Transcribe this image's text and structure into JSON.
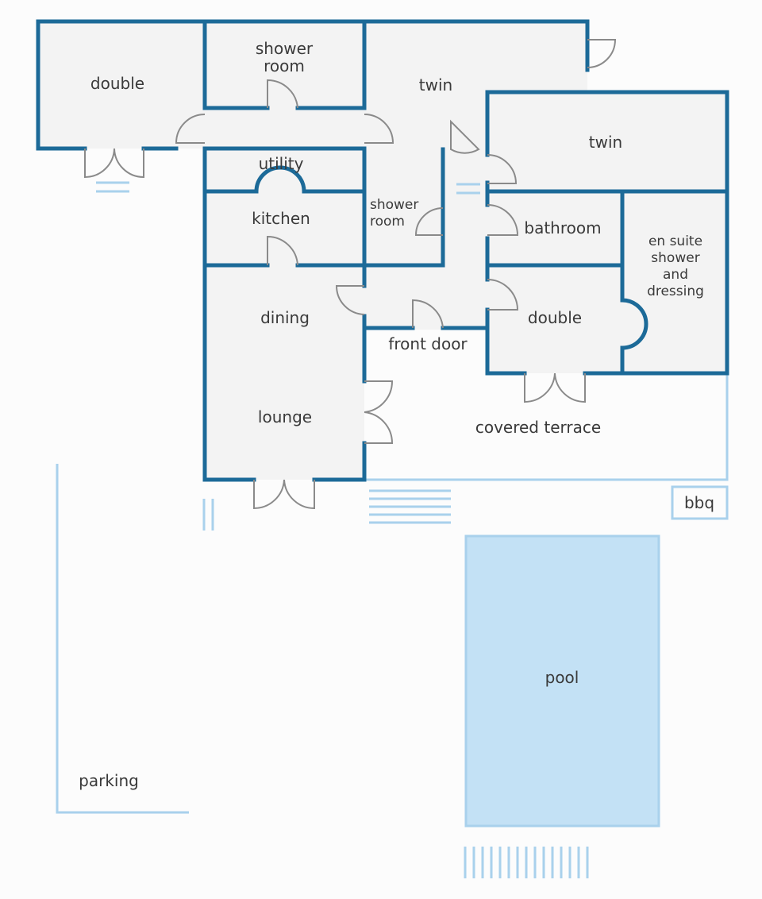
{
  "rooms": {
    "double_west": "double",
    "shower_room_north": [
      "shower",
      "room"
    ],
    "twin_north": "twin",
    "twin_east": "twin",
    "utility": "utility",
    "kitchen": "kitchen",
    "shower_room_mid": [
      "shower",
      "room"
    ],
    "bathroom": "bathroom",
    "en_suite": [
      "en suite",
      "shower",
      "and",
      "dressing"
    ],
    "dining": "dining",
    "front_door": "front door",
    "double_east": "double",
    "lounge": "lounge",
    "covered_terrace": "covered terrace",
    "bbq": "bbq",
    "pool": "pool",
    "parking": "parking"
  },
  "colors": {
    "wall": "#1c6a98",
    "room_fill": "#f3f3f3",
    "outdoor_line": "#a9d1ec",
    "pool_fill": "#c3e1f5",
    "door_swing": "#8a8a8a"
  }
}
